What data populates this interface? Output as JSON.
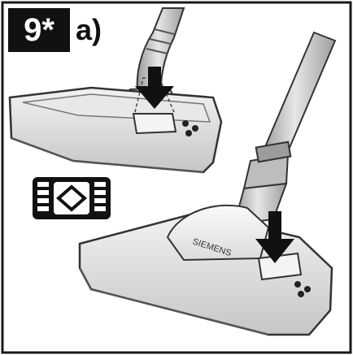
{
  "step": {
    "number": "9*",
    "letter": "a)"
  },
  "floor_nozzle": {
    "brand": "SIEMENS",
    "floor_mode_icon": "hard-floor-brush-icon"
  },
  "arrows": {
    "count": 2,
    "direction": "down"
  },
  "colors": {
    "ink": "#111111",
    "nozzle_body": "#d2d2d2",
    "nozzle_light": "#eeeeee",
    "tube": "#bcbcbc",
    "frame": "#1a1a1a"
  }
}
